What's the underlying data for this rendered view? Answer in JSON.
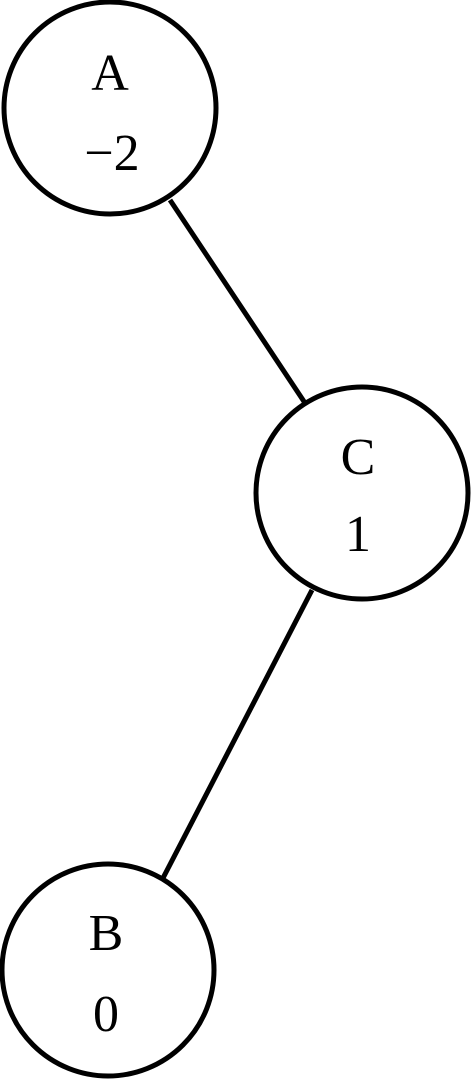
{
  "diagram": {
    "type": "tree",
    "nodes": [
      {
        "id": "A",
        "label": "A",
        "value": "−2"
      },
      {
        "id": "C",
        "label": "C",
        "value": "1"
      },
      {
        "id": "B",
        "label": "B",
        "value": "0"
      }
    ],
    "edges": [
      {
        "from": "A",
        "to": "C"
      },
      {
        "from": "C",
        "to": "B"
      }
    ]
  }
}
